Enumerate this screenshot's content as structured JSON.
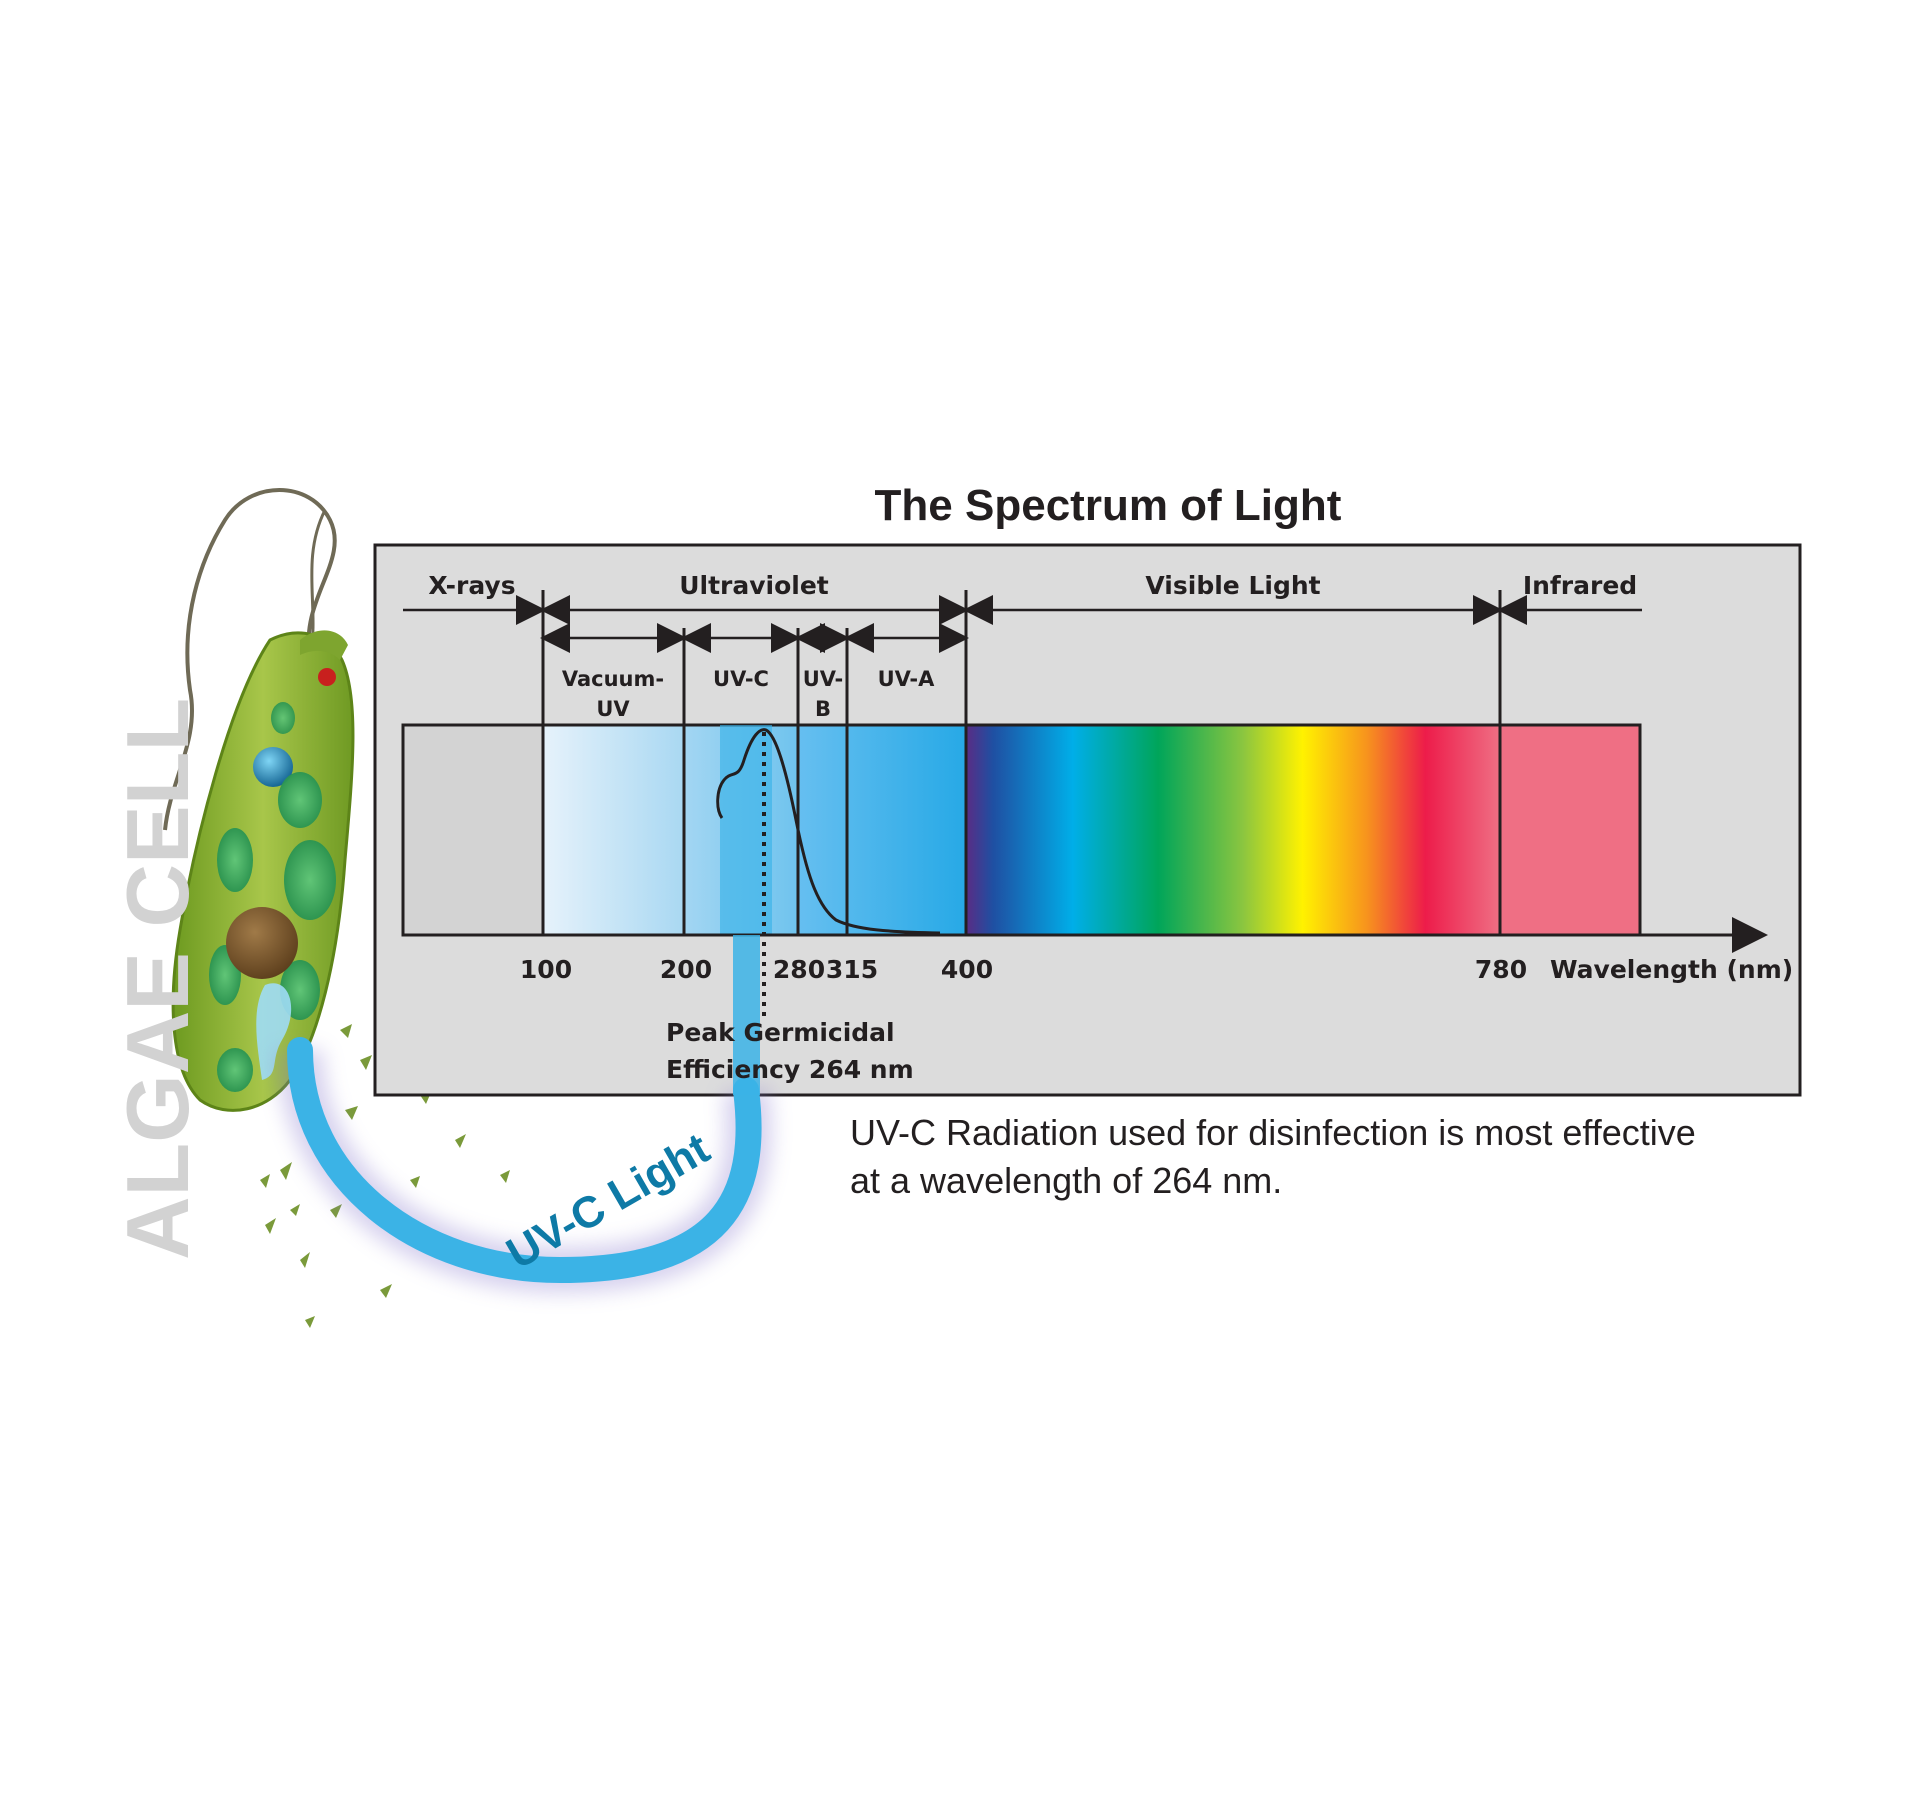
{
  "title": "The Spectrum of Light",
  "regions": [
    "X-rays",
    "Ultraviolet",
    "Visible Light",
    "Infrared"
  ],
  "uv_bands": [
    {
      "line1": "Vacuum-",
      "line2": "UV"
    },
    {
      "line1": "UV-C",
      "line2": ""
    },
    {
      "line1": "UV-",
      "line2": "B"
    },
    {
      "line1": "UV-A",
      "line2": ""
    }
  ],
  "ticks": [
    "100",
    "200",
    "280",
    "315",
    "400",
    "780"
  ],
  "axis_label": "Wavelength (nm)",
  "peak": {
    "line1": "Peak Germicidal",
    "line2": "Efficiency 264 nm",
    "wavelength_nm": 264
  },
  "caption": {
    "line1": "UV-C Radiation used for disinfection is most effective",
    "line2": "at a wavelength of 264 nm."
  },
  "cell_label": "ALGAE CELL",
  "beam_label": "UV-C Light",
  "colors": {
    "panel": "#dcdcdc",
    "xray_bar": "#d3d3d3",
    "infrared_bar": "#ef6f84",
    "uv_beam": "#3bb3e6",
    "cell_body": "#8fb43a",
    "text": "#231f20"
  }
}
